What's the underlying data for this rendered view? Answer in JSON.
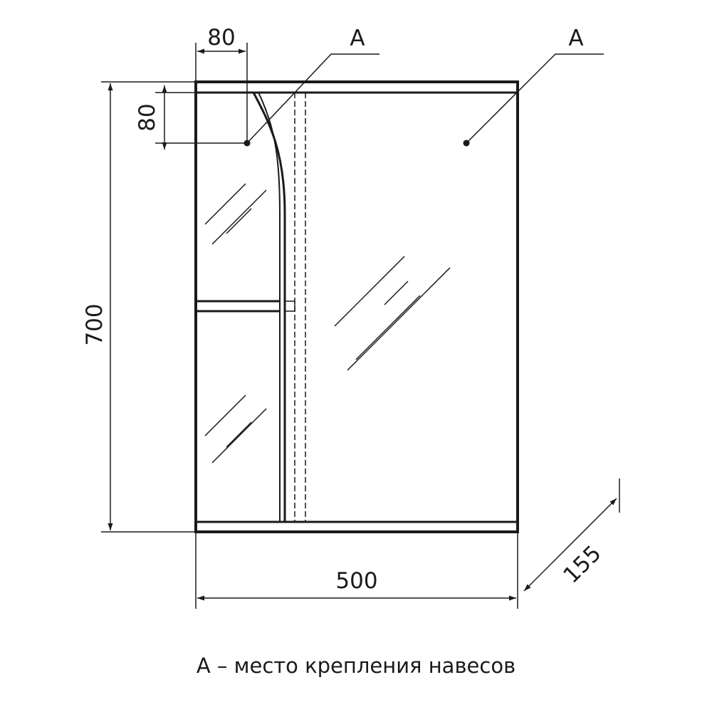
{
  "dimensions": {
    "width": "500",
    "height": "700",
    "depth": "155",
    "mount_offset_x": "80",
    "mount_offset_y": "80"
  },
  "markers": {
    "left": "A",
    "right": "A"
  },
  "caption": "A – место крепления навесов"
}
